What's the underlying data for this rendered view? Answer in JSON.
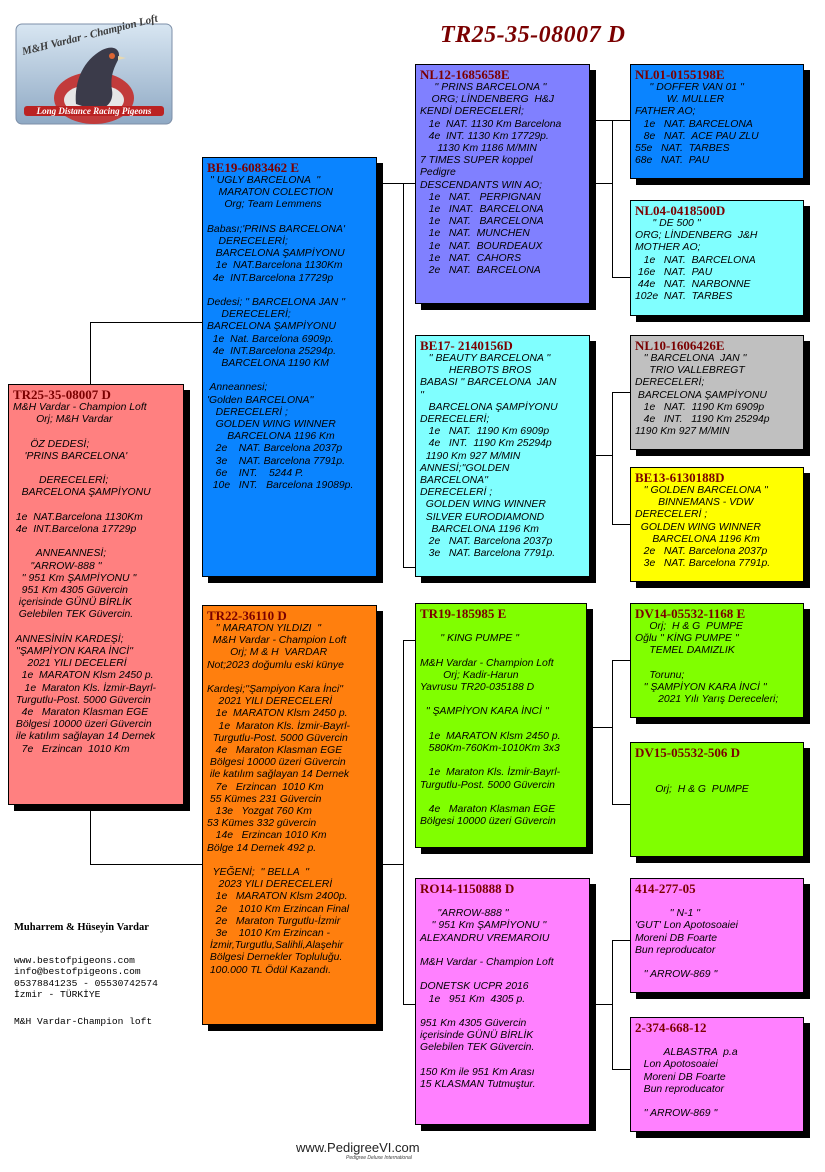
{
  "title": "TR25-35-08007 D",
  "logo": {
    "text_top": "M&H Vardar - Champion Loft",
    "text_bottom": "Long Distance Racing Pigeons"
  },
  "colors": {
    "red": "#ff8080",
    "blue": "#0a84ff",
    "orange": "#ff7f0e",
    "violet": "#8080ff",
    "cyan": "#80ffff",
    "green": "#80ff00",
    "magenta": "#ff80ff",
    "gray": "#c0c0c0",
    "yellow": "#ffff00",
    "header": "#7a0000"
  },
  "subject": {
    "ring": "TR25-35-08007 D",
    "text": "M&H Vardar - Champion Loft\n        Orj; M&H Vardar\n\n      ÖZ DEDESİ;\n    'PRINS BARCELONA'\n\n         DERECELERİ;\n   BARCELONA ŞAMPİYONU\n\n 1e  NAT.Barcelona 1130Km\n 4e  INT.Barcelona 17729p\n\n        ANNEANNESİ;\n      ''ARROW-888 ''\n   '' 951 Km ŞAMPİYONU ''\n   951 Km 4305 Güvercin\n  içerisinde GÜNÜ BİRLİK\n  Gelebilen TEK Güvercin.\n\n ANNESİNİN KARDEŞİ;\n ''ŞAMPİYON KARA İNCİ''\n     2021 YILI DECELERİ\n   1e  MARATON Klsm 2450 p.\n    1e  Maraton Kls. İzmir-Bayrl-\n Turgutlu-Post. 5000 Güvercin\n   4e   Maraton Klasman EGE\n Bölgesi 10000 üzeri Güvercin\n ile katılım sağlayan 14 Dernek\n   7e   Erzincan  1010 Km"
  },
  "sire": {
    "ring": "BE19-6083462 E",
    "text": " '' UGLY BARCELONA  ''\n    MARATON COLECTION\n      Org; Team Lemmens\n\nBabası;'PRINS BARCELONA'\n    DERECELERİ;\n   BARCELONA ŞAMPİYONU\n   1e  NAT.Barcelona 1130Km\n  4e  INT.Barcelona 17729p\n\nDedesi; '' BARCELONA JAN ''\n     DERECELERİ;\nBARCELONA ŞAMPİYONU\n  1e  Nat. Barcelona 6909p.\n  4e  INT.Barcelona 25294p.\n     BARCELONA 1190 KM\n\n Anneannesi;\n'Golden BARCELONA''\n   DERECELERİ ;\n   GOLDEN WING WINNER\n       BARCELONA 1196 Km\n   2e    NAT. Barcelona 2037p\n   3e    NAT. Barcelona 7791p.\n   6e    INT.    5244 P.\n  10e   INT.   Barcelona 19089p."
  },
  "dam": {
    "ring": "TR22-36110 D",
    "text": "   '' MARATON YILDIZI  ''\n  M&H Vardar - Champion Loft\n        Orj; M & H  VARDAR\nNot;2023 doğumlu eski künye\n\nKardeşi;''Şampiyon Kara İnci''\n    2021 YILI DERECELERİ\n   1e  MARATON Klsm 2450 p.\n    1e  Maraton Kls. İzmir-Bayrl-\n  Turgutlu-Post. 5000 Güvercin\n   4e   Maraton Klasman EGE\n Bölgesi 10000 üzeri Güvercin\n ile katılım sağlayan 14 Dernek\n   7e   Erzincan  1010 Km\n 55 Kümes 231 Güvercin\n   13e   Yozgat 760 Km\n53 Kümes 332 güvercin\n   14e   Erzincan 1010 Km\nBölge 14 Dernek 492 p.\n\n  YEĞENİ;  '' BELLA  ''\n    2023 YILI DERECELERİ\n   1e   MARATON Klsm 2400p.\n   2e    1010 Km Erzincan Final\n   2e   Maraton Turgutlu-İzmir\n   3e    1010 Km Erzincan -\n İzmir,Turgutlu,Salihli,Alaşehir\n Bölgesi Dernekler Topluluğu.\n 100.000 TL Ödül Kazandı."
  },
  "ss": {
    "ring": "NL12-1685658E",
    "text": "     '' PRINS BARCELONA ''\n    ORG; LİNDENBERG  H&J\nKENDİ DERECELERİ;\n   1e  NAT. 1130 Km Barcelona\n   4e  INT. 1130 Km 17729p.\n      1130 Km 1186 M/MIN\n7 TIMES SUPER koppel\nPedigre\nDESCENDANTS WIN AO;\n   1e   NAT.   PERPIGNAN\n   1e   INAT.  BARCELONA\n   1e   NAT.   BARCELONA\n   1e   NAT.  MUNCHEN\n   1e   NAT.  BOURDEAUX\n   1e   NAT.  CAHORS\n   2e   NAT.  BARCELONA"
  },
  "sd": {
    "ring": "BE17- 2140156D",
    "text": "   '' BEAUTY BARCELONA ''\n          HERBOTS BROS\nBABASI '' BARCELONA  JAN\n''\n   BARCELONA ŞAMPİYONU\nDERECELERİ;\n   1e   NAT.  1190 Km 6909p\n   4e   INT.  1190 Km 25294p\n  1190 Km 927 M/MIN\nANNESİ;''GOLDEN\nBARCELONA''\nDERECELERİ ;\n  GOLDEN WING WINNER\n  SILVER EURODIAMOND\n    BARCELONA 1196 Km\n   2e   NAT. Barcelona 2037p\n   3e   NAT. Barcelona 7791p."
  },
  "ds": {
    "ring": "TR19-185985 E",
    "text": "\n       '' KING PUMPE ''\n\nM&H Vardar - Champion Loft\n        Orj; Kadir-Harun\nYavrusu TR20-035188 D\n\n  '' ŞAMPİYON KARA İNCİ ''\n\n   1e  MARATON Klsm 2450 p.\n   580Km-760Km-1010Km 3x3\n\n   1e  Maraton Kls. İzmir-Bayrl-\nTurgutlu-Post. 5000 Güvercin\n\n   4e   Maraton Klasman EGE\nBölgesi 10000 üzeri Güvercin"
  },
  "dd": {
    "ring": "RO14-1150888 D",
    "text": "\n      ''ARROW-888 ''\n    '' 951 Km ŞAMPİYONU ''\nALEXANDRU VREMAROIU\n\nM&H Vardar - Champion Loft\n\nDONETSK UCPR 2016\n   1e   951 Km  4305 p.\n\n951 Km 4305 Güvercin\niçerisinde GÜNÜ BİRLİK\nGelebilen TEK Güvercin.\n\n150 Km ile 951 Km Arası\n15 KLASMAN Tutmuştur."
  },
  "sss": {
    "ring": "NL01-0155198E",
    "text": "     '' DOFFER VAN 01 ''\n           W. MULLER\nFATHER AO;\n   1e   NAT. BARCELONA\n   8e   NAT.  ACE PAU ZLU\n55e   NAT.  TARBES\n68e   NAT.  PAU"
  },
  "ssd": {
    "ring": "NL04-0418500D",
    "text": "      '' DE 500 ''\nORG; LİNDENBERG  J&H\nMOTHER AO;\n   1e   NAT.  BARCELONA\n 16e   NAT.  PAU\n 44e   NAT.  NARBONNE\n102e  NAT.  TARBES"
  },
  "sds": {
    "ring": "NL10-1606426E",
    "text": "   '' BARCELONA  JAN ''\n     TRIO VALLEBREGT\nDERECELERİ;\n BARCELONA ŞAMPİYONU\n   1e   NAT.  1190 Km 6909p\n   4e   INT.   1190 Km 25294p\n1190 Km 927 M/MIN"
  },
  "sdd": {
    "ring": "BE13-6130188D",
    "text": "   '' GOLDEN BARCELONA ''\n        BINNEMANS - VDW\nDERECELERİ ;\n  GOLDEN WING WINNER\n      BARCELONA 1196 Km\n   2e   NAT. Barcelona 2037p\n   3e   NAT. Barcelona 7791p."
  },
  "dss": {
    "ring": "DV14-05532-1168 E",
    "text": "     Orj;  H & G  PUMPE\nOğlu '' KİNG PUMPE ''\n     TEMEL DAMIZLIK\n\n     Torunu;\n   '' ŞAMPİYON KARA İNCİ ''\n        2021 Yılı Yarış Dereceleri;"
  },
  "dsd": {
    "ring": "DV15-05532-506 D",
    "text": "\n\n       Orj;  H & G  PUMPE"
  },
  "dds": {
    "ring": "414-277-05",
    "text": "\n            '' N-1 ''\n'GUT' Lon Apotosoaiei\nMoreni DB Foarte\nBun reproducator\n\n   '' ARROW-869 ''"
  },
  "ddd": {
    "ring": "2-374-668-12",
    "text": "\n          ALBASTRA  p.a\n   Lon Apotosoaiei\n   Moreni DB Foarte\n   Bun reproducator\n\n   '' ARROW-869 ''"
  },
  "owner": "Muharrem & Hüseyin Vardar",
  "contact": "www.bestofpigeons.com\ninfo@bestofpigeons.com\n05378841235 - 05530742574\nİzmir - TÜRKİYE",
  "loft": "M&H Vardar-Champion loft",
  "footer": {
    "brand": "www.PedigreeVI.com",
    "tagline": "Pedigree Deluxe International"
  }
}
